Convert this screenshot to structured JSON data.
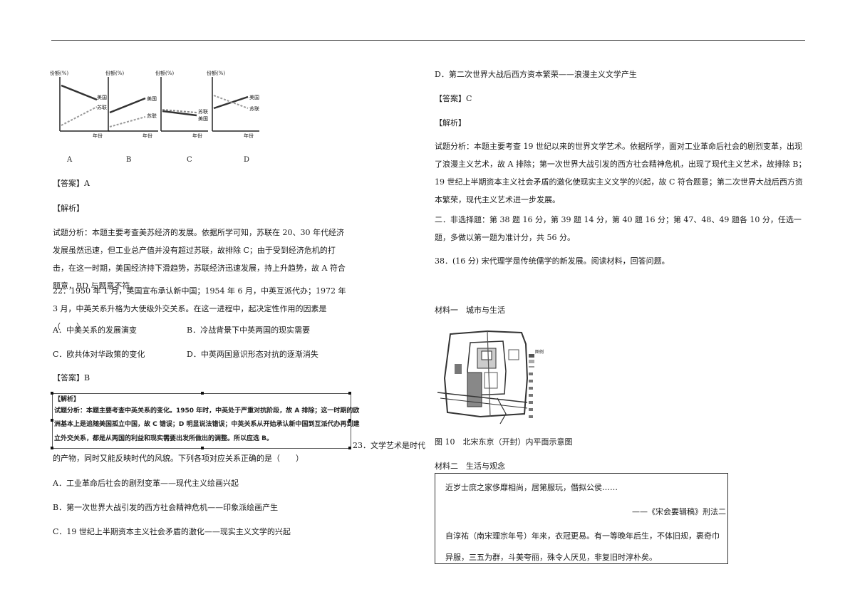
{
  "left": {
    "charts": [
      {
        "letter": "A",
        "ylabel": "份额(%)",
        "xlabel": "年份",
        "upper_label": "美国",
        "lower_label": "苏联"
      },
      {
        "letter": "B",
        "ylabel": "份额(%)",
        "xlabel": "年份",
        "upper_label": "美国",
        "lower_label": "苏联"
      },
      {
        "letter": "C",
        "ylabel": "份额(%)",
        "xlabel": "年份",
        "upper_label": "苏联",
        "lower_label": "美国"
      },
      {
        "letter": "D",
        "ylabel": "份额(%)",
        "xlabel": "年份",
        "upper_label": "美国",
        "lower_label": "苏联"
      }
    ],
    "answer1": "【答案】A",
    "analysis1_title": "【解析】",
    "analysis1_text": "试题分析：本题主要考查美苏经济的发展。依据所学可知，苏联在 20、30 年代经济发展虽然迅速，但工业总产值并没有超过苏联，故排除 C；由于受到经济危机的打击，在这一时期，美国经济持下滑趋势，苏联经济迅速发展，持上升趋势，故 A 符合题意，BD 与题意不符。",
    "q22_text": "22．1950 年 1 月，英国宣布承认新中国；1954 年 6 月，中英互派代办；1972 年 3 月，中英关系升格为大使级外交关系。在这一进程中，起决定性作用的因素是（　　）",
    "q22_a": "A．中美关系的发展演变",
    "q22_b": "B．冷战背景下中英两国的现实需要",
    "q22_c": "C．欧共体对华政策的变化",
    "q22_d": "D．中英两国意识形态对抗的逐渐消失",
    "answer2": "【答案】B",
    "scan_title": "【解析】",
    "scan_line1": "试题分析：本题主要考查中英关系的变化。1950 年时，中英处于严重对抗阶段，故 A 排除；这一时期的欧",
    "scan_line2": "洲基本上是追随美国孤立中国，故 C 错误；D 明显说法错误；中英关系从开始承认新中国到互派代办再到建",
    "scan_line3": "立外交关系，都是从两国的利益和现实需要出发所做出的调整。所以应选 B。",
    "q23_start": "23．文学艺术是时代",
    "q23_rest": "的产物，同时又能反映时代的风貌。下列各项对应关系正确的是（　　）",
    "q23_a": "A．工业革命后社会的剧烈变革——现代主义绘画兴起",
    "q23_b": "B．第一次世界大战引发的西方社会精神危机——印象派绘画产生",
    "q23_c": "C．19 世纪上半期资本主义社会矛盾的激化——现实主义文学的兴起"
  },
  "right": {
    "q23_d": "D．第二次世界大战后西方资本繁荣——浪漫主义文学产生",
    "answer3": "【答案】C",
    "analysis3_title": "【解析】",
    "analysis3_text": "试题分析：本题主要考查 19 世纪以来的世界文学艺术。依据所学，面对工业革命后社会的剧烈变革，出现了浪漫主义艺术，故 A 排除；第一次世界大战引发的西方社会精神危机，出现了现代主义艺术，故排除 B；19 世纪上半期资本主义社会矛盾的激化使现实主义文学的兴起，故 C 符合题意；第二次世界大战后西方资本繁荣，现代主义艺术进一步发展。",
    "section2": "二．非选择题：第 38 题 16 分，第 39 题 14 分，第 40 题 16 分；第 47、48、49 题各 10 分，任选一题，多做以第一题为准计分，共 56 分。",
    "q38": "38．(16 分) 宋代理学是传统儒学的新发展。阅读材料，回答问题。",
    "material1": "材料一　城市与生活",
    "fig_caption": "图 10　北宋东京（开封）内平面示意图",
    "material2": "材料二　生活与观念",
    "quote1": "近岁士庶之家侈靡相尚，居第服玩，僭拟公侯……",
    "quote1_src": "——《宋会要辑稿》刑法二",
    "quote2": "自淳祐（南宋理宗年号）年来，衣冠更易。有一等晚年后生，不体旧规，裹奇巾异服，三五为群，斗美夸丽，殊令人厌见，非复旧时淳朴矣。",
    "map_legend_title": "图例"
  }
}
